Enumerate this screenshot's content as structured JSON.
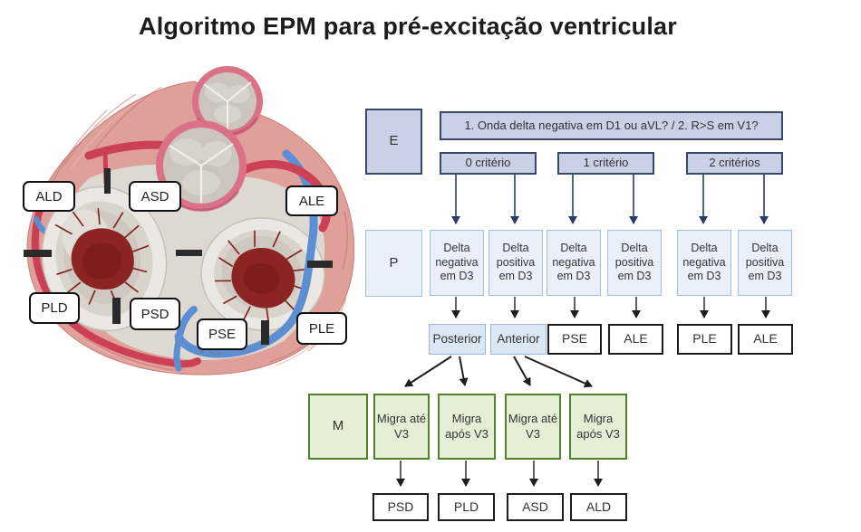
{
  "title": "Algoritmo EPM para pré-excitação ventricular",
  "heart": {
    "labels": {
      "ald": "ALD",
      "asd": "ASD",
      "ale": "ALE",
      "pld": "PLD",
      "psd": "PSD",
      "pse": "PSE",
      "ple": "PLE"
    }
  },
  "flowchart": {
    "e_row": {
      "letter": "E",
      "question": "1. Onda delta negativa em D1 ou aVL? / 2. R>S em V1?",
      "criteria": [
        "0 critério",
        "1 critério",
        "2 critérios"
      ]
    },
    "p_row": {
      "letter": "P",
      "deltas": [
        "Delta negativa em D3",
        "Delta positiva em D3",
        "Delta negativa em D3",
        "Delta positiva em D3",
        "Delta negativa em D3",
        "Delta positiva em D3"
      ]
    },
    "mid_row": [
      "Posterior",
      "Anterior",
      "PSE",
      "ALE",
      "PLE",
      "ALE"
    ],
    "m_row": {
      "letter": "M",
      "migras": [
        "Migra até V3",
        "Migra após V3",
        "Migra até V3",
        "Migra após V3"
      ]
    },
    "bottom_row": [
      "PSD",
      "PLD",
      "ASD",
      "ALD"
    ]
  },
  "colors": {
    "periwinkle_fill": "#cad1e6",
    "navy_border": "#39466e",
    "lightblue_fill": "#eaf0f9",
    "lightblue_border": "#a3bcdc",
    "green_fill": "#e5efd6",
    "green_border": "#53802d",
    "arrow_navy": "#2d3a63",
    "arrow_black": "#1e1e1e"
  }
}
